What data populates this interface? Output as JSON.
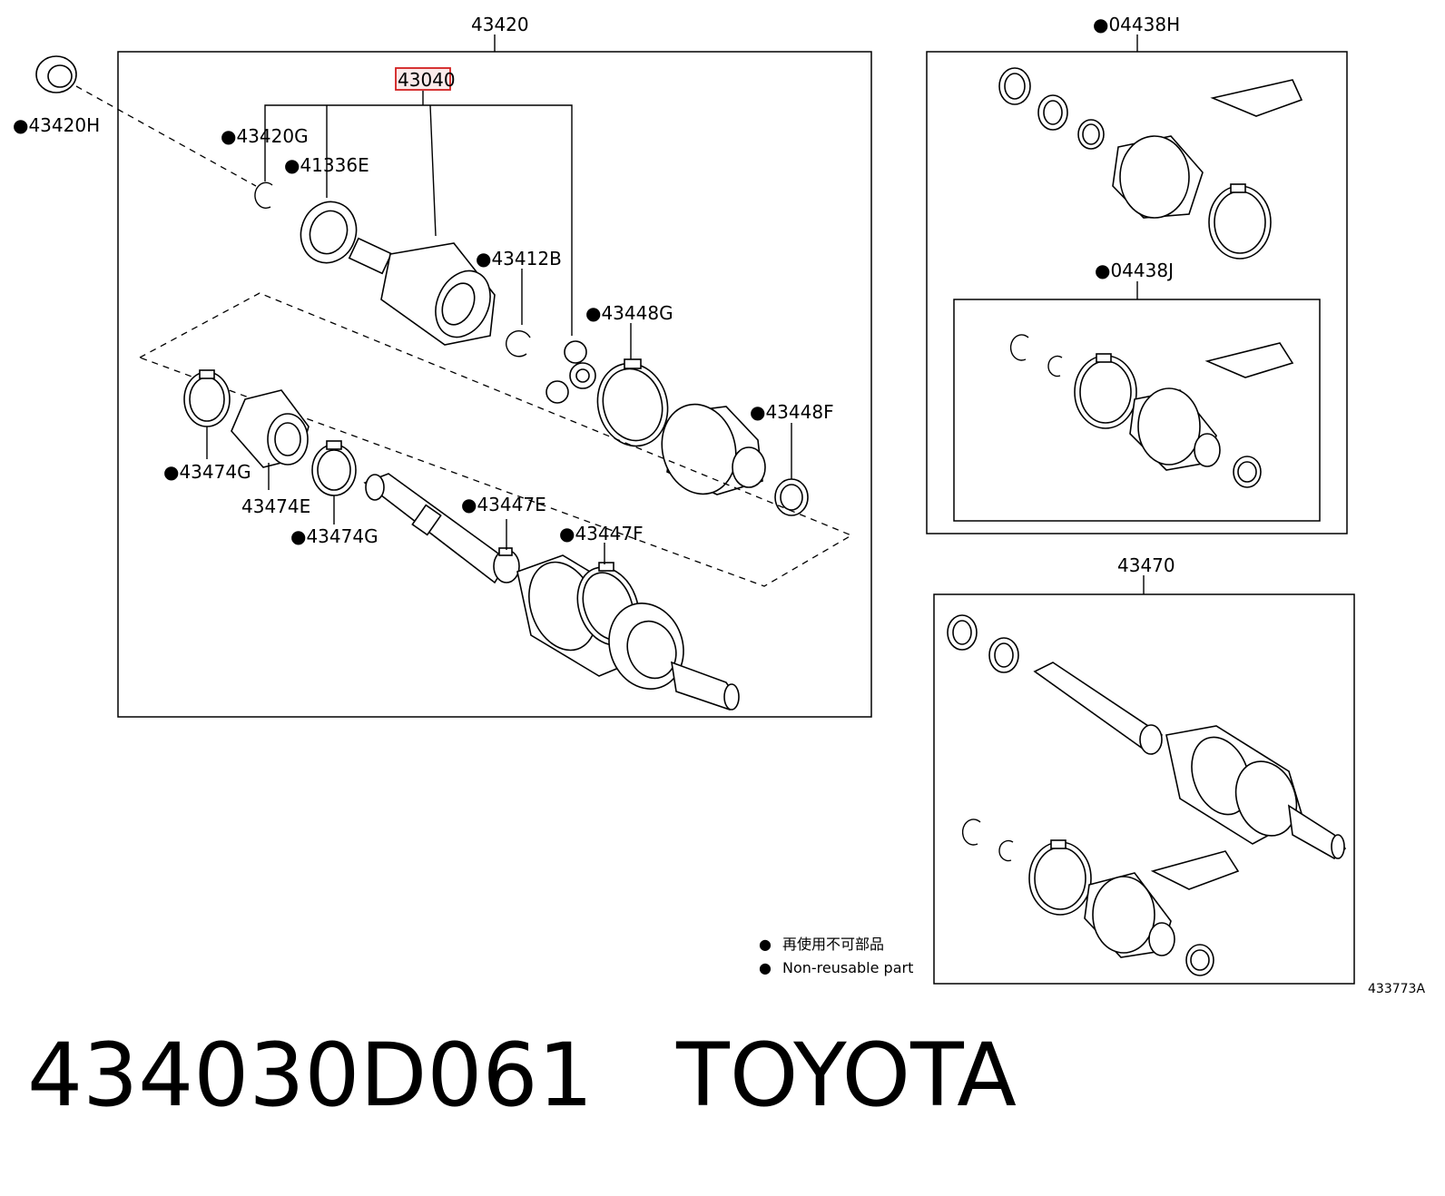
{
  "callouts": {
    "assembly_main": "43420",
    "highlighted_part": "43040",
    "p43420H": "●43420H",
    "p43420G": "●43420G",
    "p41336E": "●41336E",
    "p43412B": "●43412B",
    "p43448G": "●43448G",
    "p43448F": "●43448F",
    "p43474G_a": "●43474G",
    "p43474E": "43474E",
    "p43474G_b": "●43474G",
    "p43447E": "●43447E",
    "p43447F": "●43447F",
    "kit_04438H": "●04438H",
    "kit_04438J": "●04438J",
    "assembly_43470": "43470"
  },
  "legend": {
    "japanese": "再使用不可部品",
    "english": "Non-reusable part",
    "bullet": "●"
  },
  "diagram_code": "433773A",
  "footer": {
    "part_number": "434030D061",
    "brand": "TOYOTA"
  },
  "colors": {
    "highlight_border": "#d21f1f",
    "line": "#000000",
    "background": "#ffffff"
  }
}
